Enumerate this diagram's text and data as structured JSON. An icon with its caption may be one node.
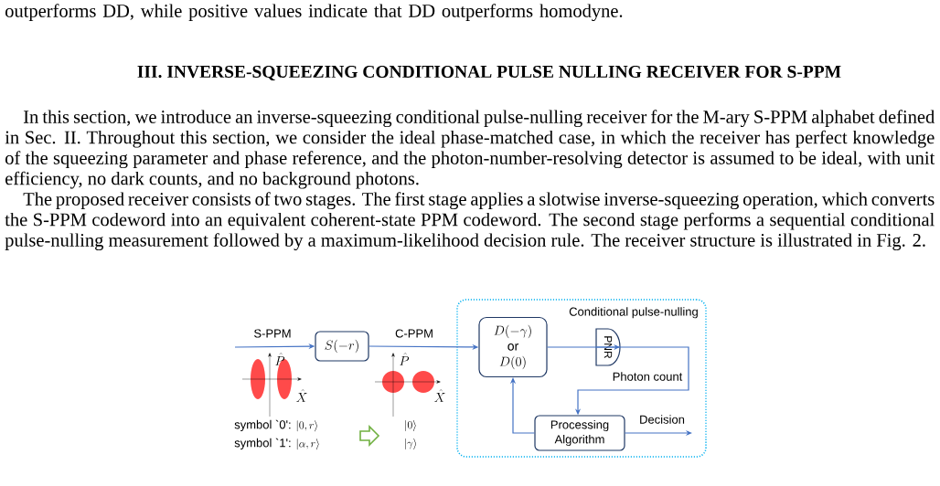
{
  "diagram": {
    "title": "III.   INVERSE-SQUEEZING CONDITIONAL PULSE NULLING RECEIVER FOR S-PPM",
    "nodes": [
      {
        "text": [
          "S(-r)"
        ]
      },
      {
        "text": [
          "Conditional pulse-nulling"
        ]
      },
      {
        "text": [
          "D(-\\gamma)",
          "or",
          "D(0)"
        ],
        "in": 1
      },
      {
        "text": [
          "PNR"
        ],
        "in": 1
      },
      {
        "text": [
          "Processing Algorithm"
        ],
        "in": 1
      }
    ],
    "edges": [
      {
        "from": null,
        "to": 0,
        "arrow": "to",
        "label": "S-PPM"
      },
      {
        "from": 0,
        "to": 2,
        "arrow": "to",
        "label": "C-PPM"
      },
      {
        "from": 2,
        "to": 3,
        "arrow": "to"
      },
      {
        "from": 3,
        "to": 4,
        "arrow": "to",
        "label": "Photon count"
      },
      {
        "from": 4,
        "to": 2,
        "arrow": "to"
      },
      {
        "from": 4,
        "to": null,
        "arrow": "to",
        "label": "Decision"
      }
    ],
    "labels": [
      "outperforms DD, while positive values indicate that DD outperforms homodyne.",
      "In this section, we introduce an inverse-squeezing conditional pulse-nulling receiver for the M-ary S-PPM alphabet defined in Sec. II. Throughout this section, we consider the ideal phase-matched case, in which the receiver has perfect knowledge of the squeezing parameter and phase reference, and the photon-number-resolving detector is assumed to be ideal, with unit efficiency, no dark counts, and no background photons.",
      "The proposed receiver consists of two stages. The first stage applies a slotwise inverse-squeezing operation, which converts the S-PPM codeword into an equivalent coherent-state PPM codeword. The second stage performs a sequential conditional pulse-nulling measurement followed by a maximum-likelihood decision rule. The receiver structure is illustrated in Fig. 2.",
      "\\hat{P}",
      "\\hat{X}",
      "\\hat{P}",
      "\\hat{X}",
      "\\text{symbol `0': }|0,r\\rangle",
      "|0\\rangle",
      "\\text{symbol `1': }|\\alpha,r\\rangle",
      "|\\gamma\\rangle"
    ]
  }
}
